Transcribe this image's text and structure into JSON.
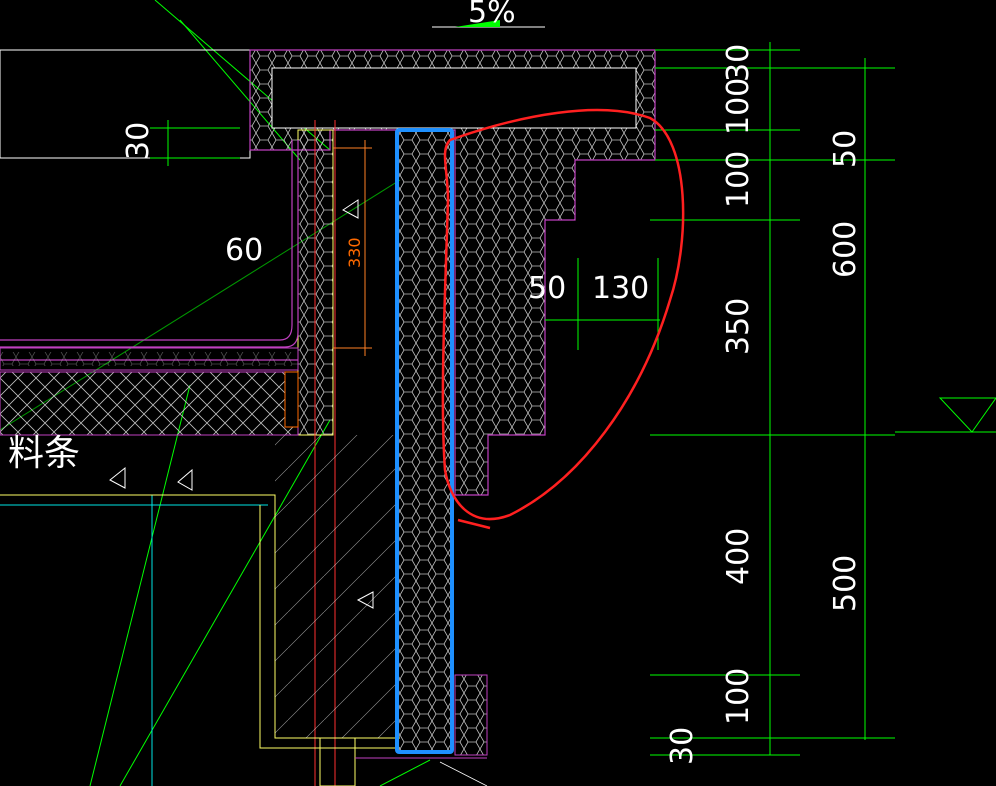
{
  "drawing": {
    "top_label": "5%",
    "material_label": "料条",
    "dims": {
      "left_30": "30",
      "left_60": "60",
      "orange_330": "330",
      "mid_50": "50",
      "mid_130": "130",
      "right_30_top": "30",
      "right_100_a": "100",
      "right_100_b": "100",
      "right_350": "350",
      "right_400": "400",
      "right_100_c": "100",
      "right_30_bottom": "30",
      "far_50": "50",
      "far_600": "600",
      "far_500": "500"
    },
    "colors": {
      "background": "#000000",
      "magenta": "#c040c0",
      "green": "#00ff00",
      "yellow": "#ffff66",
      "blue_highlight": "#1e90ff",
      "red_markup": "#ff2020",
      "orange_dim": "#ff7f24",
      "white": "#ffffff",
      "cyan": "#00e5e5",
      "grey": "#bfbfbf"
    }
  }
}
